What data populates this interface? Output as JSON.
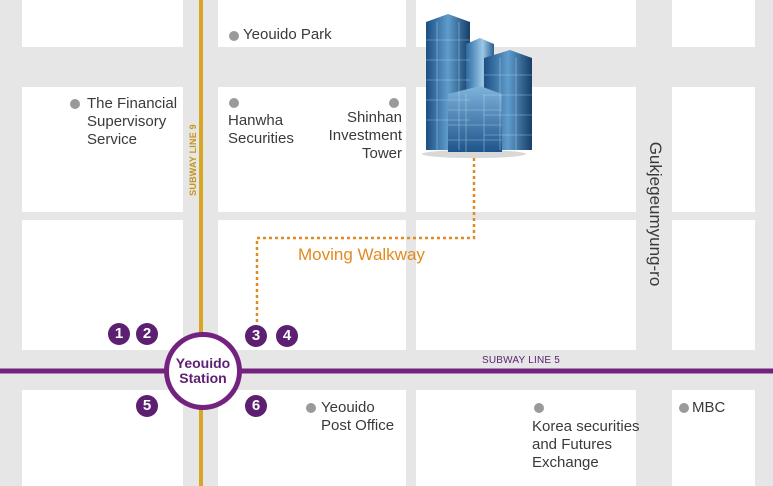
{
  "subways": {
    "line9_label": "SUBWAY LINE 9",
    "line5_label": "SUBWAY LINE 5",
    "line9_color": "#d7a623",
    "line5_color": "#74227f"
  },
  "station": {
    "name_line1": "Yeouido",
    "name_line2": "Station",
    "ring_color": "#74227f"
  },
  "exits": {
    "e1": "1",
    "e2": "2",
    "e3": "3",
    "e4": "4",
    "e5": "5",
    "e6": "6",
    "color": "#5c1f72"
  },
  "roads": {
    "color": "#e6e6e6",
    "gukje_label": "Gukjegeumyung-ro"
  },
  "walkway": {
    "label": "Moving Walkway",
    "color": "#e38a1f"
  },
  "landmarks": {
    "yeouido_park": "Yeouido Park",
    "fss_line1": "The Financial",
    "fss_line2": "Supervisory",
    "fss_line3": "Service",
    "hanwha_line1": "Hanwha",
    "hanwha_line2": "Securities",
    "shinhan_line1": "Shinhan",
    "shinhan_line2": "Investment",
    "shinhan_line3": "Tower",
    "post_line1": "Yeouido",
    "post_line2": "Post Office",
    "krx_line1": "Korea securities",
    "krx_line2": "and Futures",
    "krx_line3": "Exchange",
    "mbc": "MBC",
    "dot_color": "#9a9a9a"
  },
  "destination_icon": "office-building-icon"
}
